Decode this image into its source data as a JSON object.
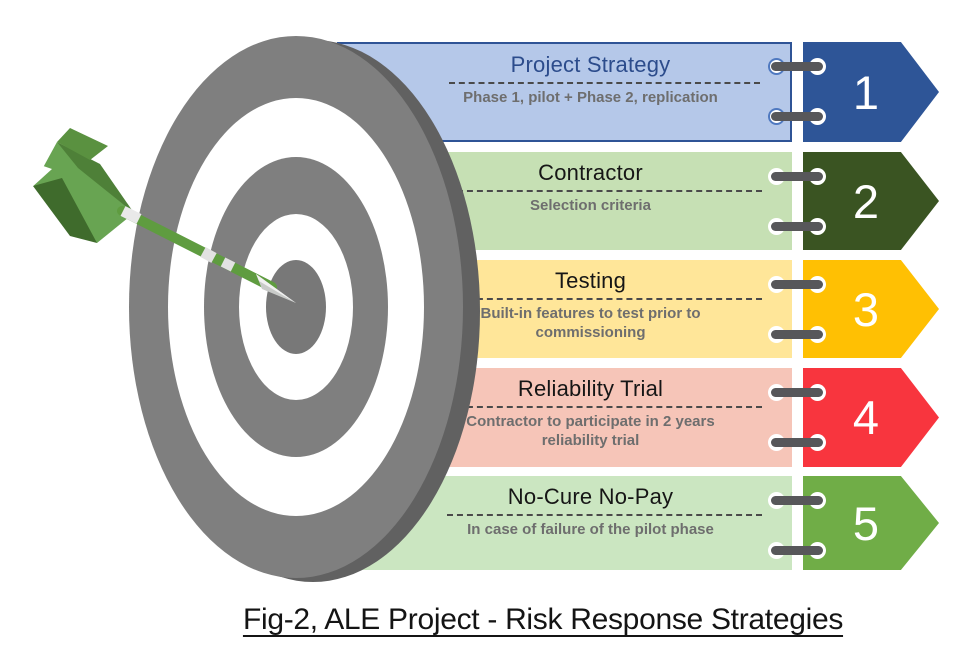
{
  "figure_caption": "Fig-2, ALE Project - Risk Response Strategies",
  "illustration": {
    "icon": "dartboard-with-dart-icon",
    "board_gray": "#7f7f7f",
    "board_side_gray": "#616161",
    "dart_green": "#68a452"
  },
  "strips": [
    {
      "number": "1",
      "title": "Project Strategy",
      "subtitle": "Phase 1, pilot + Phase 2, replication",
      "fill": "#b5c8e9",
      "border": "#2f5496",
      "title_color": "#2c4c8c",
      "arrow": "#2e5597"
    },
    {
      "number": "2",
      "title": "Contractor",
      "subtitle": "Selection criteria",
      "fill": "#c6e0b4",
      "border": "",
      "title_color": "#161616",
      "arrow": "#3a5422"
    },
    {
      "number": "3",
      "title": "Testing",
      "subtitle": "Built-in features to test prior to commissioning",
      "fill": "#ffe699",
      "border": "",
      "title_color": "#161616",
      "arrow": "#ffc003"
    },
    {
      "number": "4",
      "title": "Reliability Trial",
      "subtitle": "Contractor to participate in 2 years reliability trial",
      "fill": "#f6c5b8",
      "border": "",
      "title_color": "#161616",
      "arrow": "#f8353e"
    },
    {
      "number": "5",
      "title": "No-Cure No-Pay",
      "subtitle": "In case of failure of the pilot phase",
      "fill": "#cbe6c1",
      "border": "",
      "title_color": "#161616",
      "arrow": "#70ad47"
    }
  ]
}
